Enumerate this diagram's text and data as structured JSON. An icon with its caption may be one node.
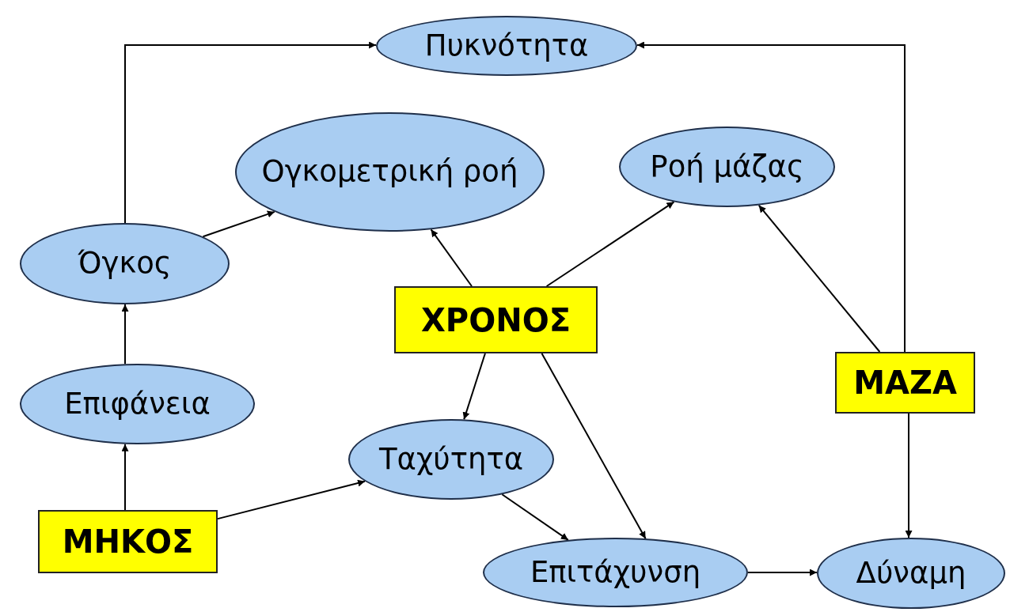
{
  "diagram": {
    "nodes": [
      {
        "text": [
          "Πυκνότητα"
        ]
      },
      {
        "text": [
          "Ογκομετρική ροή"
        ]
      },
      {
        "text": [
          "Ροή μάζας"
        ]
      },
      {
        "text": [
          "Όγκος"
        ]
      },
      {
        "text": [
          "ΧΡΟΝΟΣ"
        ]
      },
      {
        "text": [
          "Επιφάνεια"
        ]
      },
      {
        "text": [
          "ΜΑΖΑ"
        ]
      },
      {
        "text": [
          "Ταχύτητα"
        ]
      },
      {
        "text": [
          "ΜΗΚΟΣ"
        ]
      },
      {
        "text": [
          "Επιτάχυνση"
        ]
      },
      {
        "text": [
          "Δύναμη"
        ]
      }
    ],
    "edges": [
      {
        "from": 3,
        "to": 0,
        "arrow": "to"
      },
      {
        "from": 6,
        "to": 0,
        "arrow": "to"
      },
      {
        "from": 3,
        "to": 1,
        "arrow": "to"
      },
      {
        "from": 4,
        "to": 1,
        "arrow": "to"
      },
      {
        "from": 4,
        "to": 2,
        "arrow": "to"
      },
      {
        "from": 6,
        "to": 2,
        "arrow": "to"
      },
      {
        "from": 5,
        "to": 3,
        "arrow": "to"
      },
      {
        "from": 8,
        "to": 5,
        "arrow": "to"
      },
      {
        "from": 8,
        "to": 7,
        "arrow": "to"
      },
      {
        "from": 4,
        "to": 7,
        "arrow": "to"
      },
      {
        "from": 4,
        "to": 9,
        "arrow": "to"
      },
      {
        "from": 7,
        "to": 9,
        "arrow": "to"
      },
      {
        "from": 9,
        "to": 10,
        "arrow": "to"
      },
      {
        "from": 6,
        "to": 10,
        "arrow": "to"
      }
    ]
  }
}
